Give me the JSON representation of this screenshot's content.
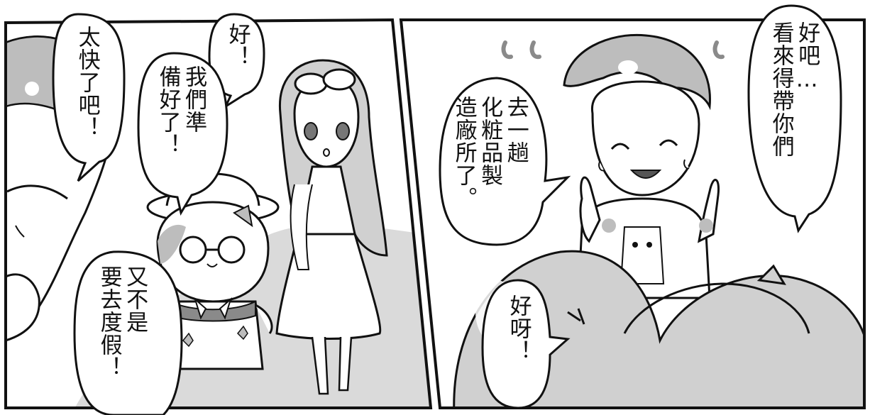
{
  "panels": [
    {
      "bubbles": [
        {
          "text": "太快了吧！"
        },
        {
          "text": "好！"
        },
        {
          "text": "我們準\n備好了！"
        },
        {
          "text": "又不是\n要去度假！"
        }
      ]
    },
    {
      "bubbles": [
        {
          "text": "好吧…\n看來得帶你們"
        },
        {
          "text": "去一趟\n化粧品製\n造廠所了。"
        },
        {
          "text": "好呀！"
        }
      ]
    }
  ],
  "colors": {
    "ink": "#111111",
    "tone_gray": "#d9d9d9",
    "tone_dark": "#bdbdbd",
    "paper": "#ffffff"
  }
}
